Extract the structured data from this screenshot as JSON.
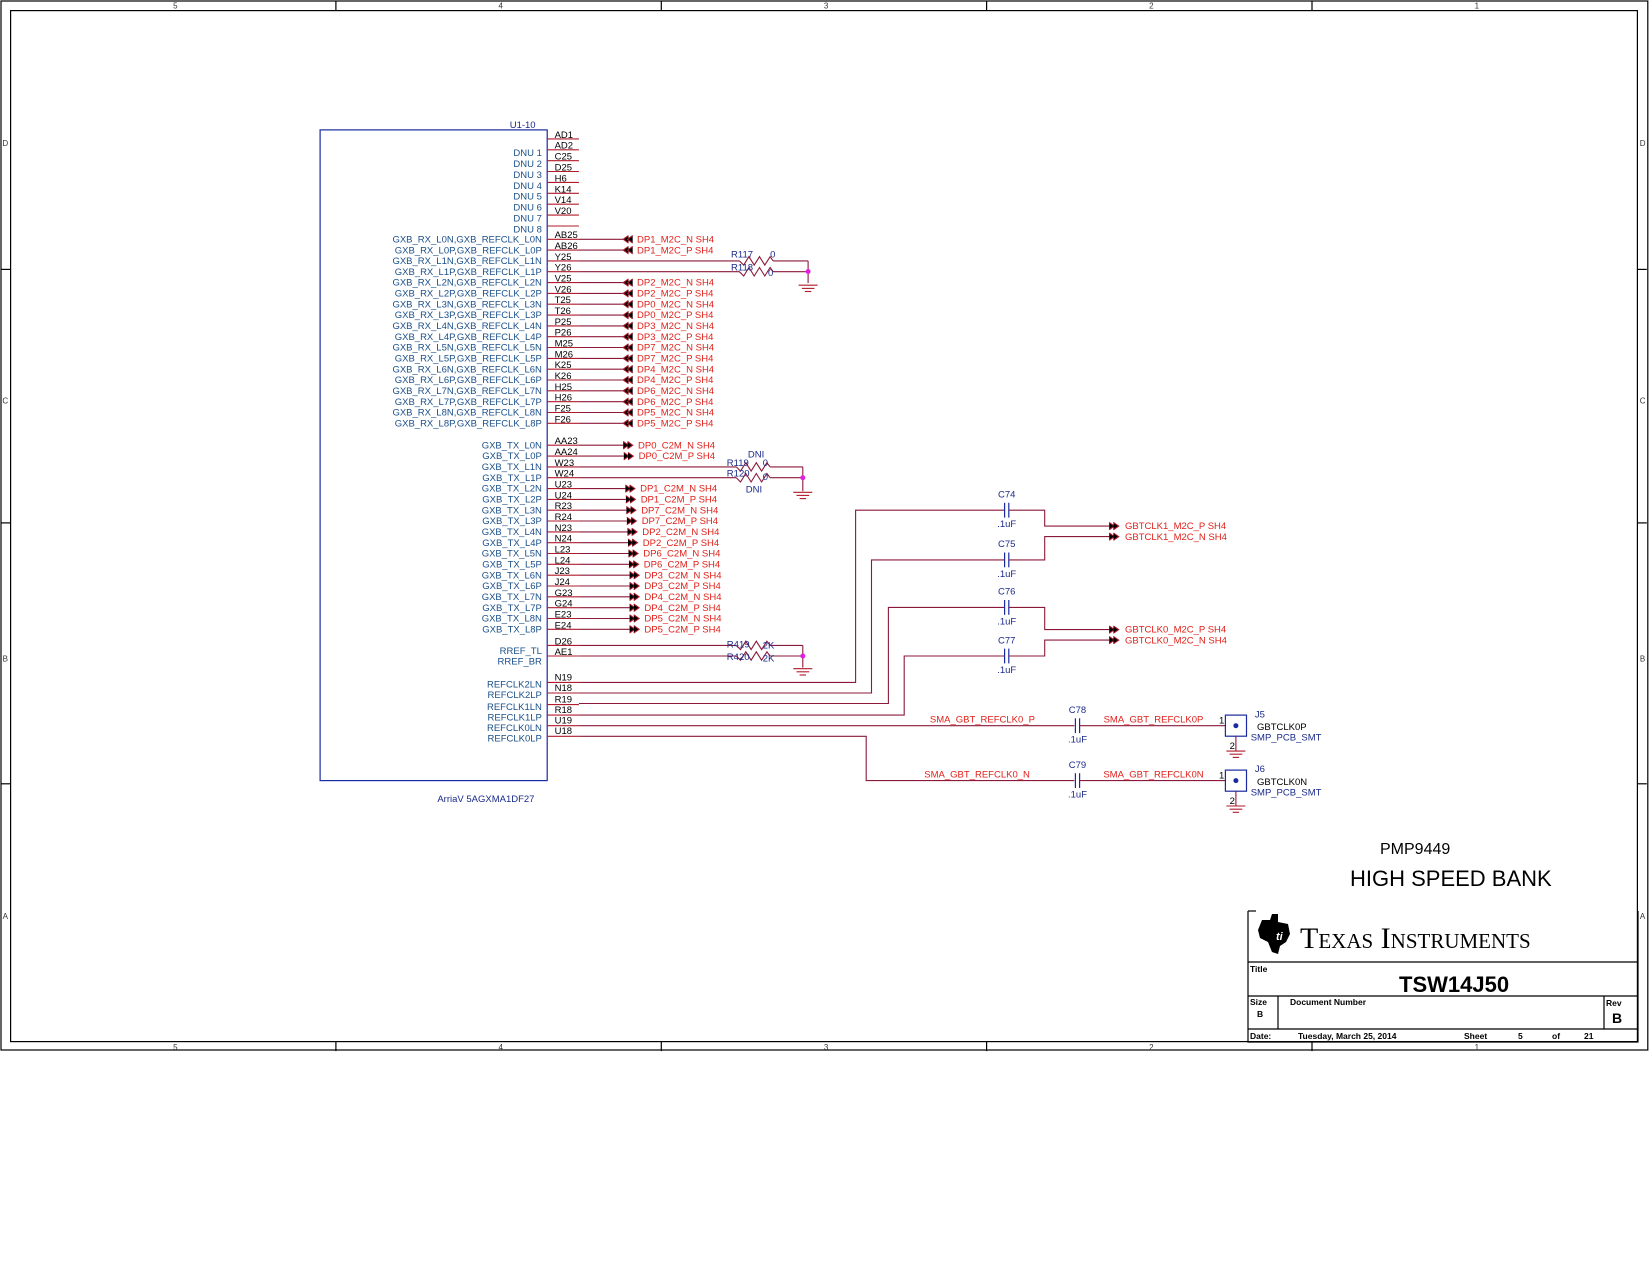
{
  "frame": {
    "columns": [
      "5",
      "4",
      "3",
      "2",
      "1"
    ],
    "rows": [
      "D",
      "C",
      "B",
      "A"
    ]
  },
  "part": {
    "refdes": "U1-10",
    "value": "ArriaV 5AGXMA1DF27",
    "dnu_pins": [
      {
        "name": "",
        "num": "AD1"
      },
      {
        "name": "DNU 1",
        "num": "AD2"
      },
      {
        "name": "DNU 2",
        "num": "C25"
      },
      {
        "name": "DNU 3",
        "num": "D25"
      },
      {
        "name": "DNU 4",
        "num": "H6"
      },
      {
        "name": "DNU 5",
        "num": "K14"
      },
      {
        "name": "DNU 6",
        "num": "V14"
      },
      {
        "name": "DNU 7",
        "num": "V20"
      },
      {
        "name": "DNU 8",
        "num": ""
      }
    ],
    "rx_pins": [
      {
        "num": "AB25",
        "name": "GXB_RX_L0N,GXB_REFCLK_L0N",
        "net": "DP1_M2C_N",
        "sheet": "SH4"
      },
      {
        "num": "AB26",
        "name": "GXB_RX_L0P,GXB_REFCLK_L0P",
        "net": "DP1_M2C_P",
        "sheet": "SH4"
      },
      {
        "num": "Y25",
        "name": "GXB_RX_L1N,GXB_REFCLK_L1N",
        "net": "",
        "sheet": ""
      },
      {
        "num": "Y26",
        "name": "GXB_RX_L1P,GXB_REFCLK_L1P",
        "net": "",
        "sheet": ""
      },
      {
        "num": "V25",
        "name": "GXB_RX_L2N,GXB_REFCLK_L2N",
        "net": "DP2_M2C_N",
        "sheet": "SH4"
      },
      {
        "num": "V26",
        "name": "GXB_RX_L2P,GXB_REFCLK_L2P",
        "net": "DP2_M2C_P",
        "sheet": "SH4"
      },
      {
        "num": "T25",
        "name": "GXB_RX_L3N,GXB_REFCLK_L3N",
        "net": "DP0_M2C_N",
        "sheet": "SH4"
      },
      {
        "num": "T26",
        "name": "GXB_RX_L3P,GXB_REFCLK_L3P",
        "net": "DP0_M2C_P",
        "sheet": "SH4"
      },
      {
        "num": "P25",
        "name": "GXB_RX_L4N,GXB_REFCLK_L4N",
        "net": "DP3_M2C_N",
        "sheet": "SH4"
      },
      {
        "num": "P26",
        "name": "GXB_RX_L4P,GXB_REFCLK_L4P",
        "net": "DP3_M2C_P",
        "sheet": "SH4"
      },
      {
        "num": "M25",
        "name": "GXB_RX_L5N,GXB_REFCLK_L5N",
        "net": "DP7_M2C_N",
        "sheet": "SH4"
      },
      {
        "num": "M26",
        "name": "GXB_RX_L5P,GXB_REFCLK_L5P",
        "net": "DP7_M2C_P",
        "sheet": "SH4"
      },
      {
        "num": "K25",
        "name": "GXB_RX_L6N,GXB_REFCLK_L6N",
        "net": "DP4_M2C_N",
        "sheet": "SH4"
      },
      {
        "num": "K26",
        "name": "GXB_RX_L6P,GXB_REFCLK_L6P",
        "net": "DP4_M2C_P",
        "sheet": "SH4"
      },
      {
        "num": "H25",
        "name": "GXB_RX_L7N,GXB_REFCLK_L7N",
        "net": "DP6_M2C_N",
        "sheet": "SH4"
      },
      {
        "num": "H26",
        "name": "GXB_RX_L7P,GXB_REFCLK_L7P",
        "net": "DP6_M2C_P",
        "sheet": "SH4"
      },
      {
        "num": "F25",
        "name": "GXB_RX_L8N,GXB_REFCLK_L8N",
        "net": "DP5_M2C_N",
        "sheet": "SH4"
      },
      {
        "num": "F26",
        "name": "GXB_RX_L8P,GXB_REFCLK_L8P",
        "net": "DP5_M2C_P",
        "sheet": "SH4"
      }
    ],
    "tx_pins": [
      {
        "num": "AA23",
        "name": "GXB_TX_L0N",
        "net": "DP0_C2M_N",
        "sheet": "SH4"
      },
      {
        "num": "AA24",
        "name": "GXB_TX_L0P",
        "net": "DP0_C2M_P",
        "sheet": "SH4"
      },
      {
        "num": "W23",
        "name": "GXB_TX_L1N",
        "net": "",
        "sheet": ""
      },
      {
        "num": "W24",
        "name": "GXB_TX_L1P",
        "net": "",
        "sheet": ""
      },
      {
        "num": "U23",
        "name": "GXB_TX_L2N",
        "net": "DP1_C2M_N",
        "sheet": "SH4"
      },
      {
        "num": "U24",
        "name": "GXB_TX_L2P",
        "net": "DP1_C2M_P",
        "sheet": "SH4"
      },
      {
        "num": "R23",
        "name": "GXB_TX_L3N",
        "net": "DP7_C2M_N",
        "sheet": "SH4"
      },
      {
        "num": "R24",
        "name": "GXB_TX_L3P",
        "net": "DP7_C2M_P",
        "sheet": "SH4"
      },
      {
        "num": "N23",
        "name": "GXB_TX_L4N",
        "net": "DP2_C2M_N",
        "sheet": "SH4"
      },
      {
        "num": "N24",
        "name": "GXB_TX_L4P",
        "net": "DP2_C2M_P",
        "sheet": "SH4"
      },
      {
        "num": "L23",
        "name": "GXB_TX_L5N",
        "net": "DP6_C2M_N",
        "sheet": "SH4"
      },
      {
        "num": "L24",
        "name": "GXB_TX_L5P",
        "net": "DP6_C2M_P",
        "sheet": "SH4"
      },
      {
        "num": "J23",
        "name": "GXB_TX_L6N",
        "net": "DP3_C2M_N",
        "sheet": "SH4"
      },
      {
        "num": "J24",
        "name": "GXB_TX_L6P",
        "net": "DP3_C2M_P",
        "sheet": "SH4"
      },
      {
        "num": "G23",
        "name": "GXB_TX_L7N",
        "net": "DP4_C2M_N",
        "sheet": "SH4"
      },
      {
        "num": "G24",
        "name": "GXB_TX_L7P",
        "net": "DP4_C2M_P",
        "sheet": "SH4"
      },
      {
        "num": "E23",
        "name": "GXB_TX_L8N",
        "net": "DP5_C2M_N",
        "sheet": "SH4"
      },
      {
        "num": "E24",
        "name": "GXB_TX_L8P",
        "net": "DP5_C2M_P",
        "sheet": "SH4"
      }
    ],
    "rref_pins": [
      {
        "num": "D26",
        "name": "RREF_TL"
      },
      {
        "num": "AE1",
        "name": "RREF_BR"
      }
    ],
    "refclk_pins": [
      {
        "num": "N19",
        "name": "REFCLK2LN"
      },
      {
        "num": "N18",
        "name": "REFCLK2LP"
      },
      {
        "num": "R19",
        "name": "REFCLK1LN"
      },
      {
        "num": "R18",
        "name": "REFCLK1LP"
      },
      {
        "num": "U19",
        "name": "REFCLK0LN"
      },
      {
        "num": "U18",
        "name": "REFCLK0LP"
      }
    ]
  },
  "resistors": [
    {
      "ref": "R117",
      "value": "0",
      "note": ""
    },
    {
      "ref": "R118",
      "value": "0",
      "note": ""
    },
    {
      "ref": "R119",
      "value": "0",
      "note": "DNI"
    },
    {
      "ref": "R120",
      "value": "0",
      "note": "DNI"
    },
    {
      "ref": "R419",
      "value": "2K",
      "note": ""
    },
    {
      "ref": "R420",
      "value": "2K",
      "note": ""
    }
  ],
  "capacitors": [
    {
      "ref": "C74",
      "value": ".1uF"
    },
    {
      "ref": "C75",
      "value": ".1uF"
    },
    {
      "ref": "C76",
      "value": ".1uF"
    },
    {
      "ref": "C77",
      "value": ".1uF"
    },
    {
      "ref": "C78",
      "value": ".1uF"
    },
    {
      "ref": "C79",
      "value": ".1uF"
    }
  ],
  "offpage": [
    {
      "net": "GBTCLK1_M2C_P",
      "sheet": "SH4"
    },
    {
      "net": "GBTCLK1_M2C_N",
      "sheet": "SH4"
    },
    {
      "net": "GBTCLK0_M2C_P",
      "sheet": "SH4"
    },
    {
      "net": "GBTCLK0_M2C_N",
      "sheet": "SH4"
    }
  ],
  "sma_nets": {
    "p_left": "SMA_GBT_REFCLK0_P",
    "p_right": "SMA_GBT_REFCLK0P",
    "n_left": "SMA_GBT_REFCLK0_N",
    "n_right": "SMA_GBT_REFCLK0N"
  },
  "connectors": [
    {
      "ref": "J5",
      "name": "GBTCLK0P",
      "footprint": "SMP_PCB_SMT",
      "pin1": "1",
      "pin2": "2"
    },
    {
      "ref": "J6",
      "name": "GBTCLK0N",
      "footprint": "SMP_PCB_SMT",
      "pin1": "1",
      "pin2": "2"
    }
  ],
  "notes": {
    "project": "PMP9449",
    "page_title": "HIGH SPEED BANK"
  },
  "title_block": {
    "company": "Texas Instruments",
    "title_label": "Title",
    "title": "TSW14J50",
    "size_label": "Size",
    "size": "B",
    "docnum_label": "Document Number",
    "docnum": "",
    "rev_label": "Rev",
    "rev": "B",
    "date_label": "Date:",
    "date": "Tuesday, March 25, 2014",
    "sheet_label": "Sheet",
    "sheet": "5",
    "of_label": "of",
    "total": "21"
  }
}
